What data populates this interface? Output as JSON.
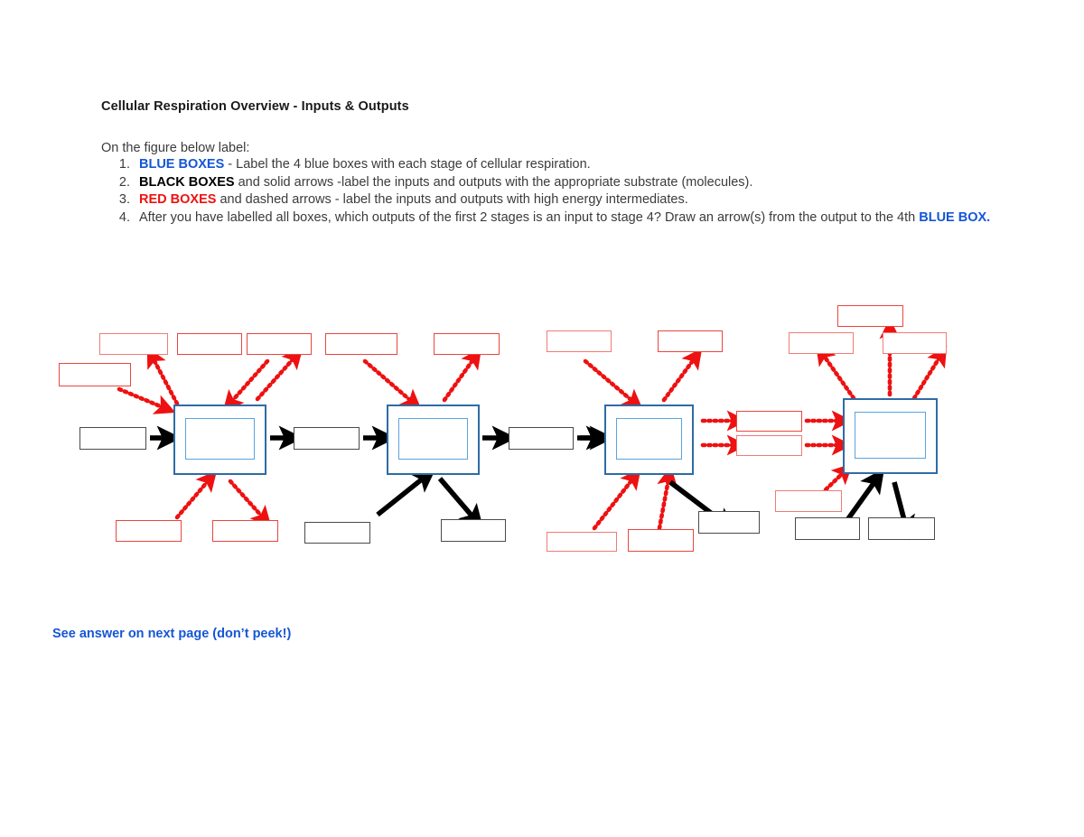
{
  "document": {
    "title": "Cellular Respiration Overview - Inputs & Outputs",
    "intro": "On the figure below label:",
    "instructions": [
      {
        "number": "1.",
        "keyword": "BLUE BOXES",
        "keyword_color": "#1556d6",
        "text": " - Label the 4 blue boxes with each stage of cellular respiration."
      },
      {
        "number": "2.",
        "keyword": "BLACK BOXES",
        "keyword_color": "#000000",
        "text": " and solid arrows -label the inputs and outputs with the appropriate substrate (molecules)."
      },
      {
        "number": "3.",
        "keyword": "RED BOXES",
        "keyword_color": "#ee1111",
        "text": " and dashed arrows - label the inputs and outputs with high energy intermediates."
      },
      {
        "number": "4.",
        "keyword": "",
        "keyword_color": "#3b3b3b",
        "text": "After you have labelled all boxes, which outputs of the first 2 stages is an input to stage 4?  Draw an arrow(s) from the output to the 4th ",
        "trailing_keyword": "BLUE BOX.",
        "trailing_keyword_color": "#1556d6"
      }
    ],
    "answer_note": "See answer on next page (don’t peek!)"
  },
  "legend": {
    "blue_box_meaning": "stage of cellular respiration",
    "black_box_meaning": "substrate (molecules) input / output with solid arrows",
    "red_box_meaning": "high energy intermediates with dashed arrows"
  },
  "colors": {
    "red_border": "#e8473f",
    "red_border_light": "#f07c76",
    "black_border": "#4a4a4a",
    "blue_outer": "#2e6ca4",
    "blue_inner": "#5ba3dd",
    "arrow_red": "#ee1111",
    "arrow_black": "#000000",
    "link_blue": "#1556d6",
    "page_background": "#ffffff"
  },
  "diagram": {
    "description": "Four-stage cellular respiration flow chart with blank label boxes",
    "stage_count": 4,
    "blue_stage_boxes": [
      {
        "id": "stage-1",
        "label": ""
      },
      {
        "id": "stage-2",
        "label": ""
      },
      {
        "id": "stage-3",
        "label": ""
      },
      {
        "id": "stage-4",
        "label": ""
      }
    ],
    "blank_box_counts": {
      "blue_stage_boxes": 4,
      "red_boxes": 20,
      "black_boxes": 8
    },
    "arrow_counts": {
      "red_dashed": 20,
      "black_solid": 11
    }
  }
}
